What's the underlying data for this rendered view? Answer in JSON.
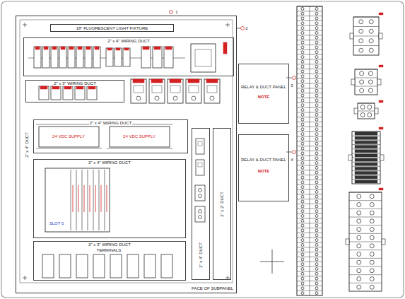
{
  "diagram": {
    "nodes": [
      {
        "text": [
          "FACE OF SUBPANEL"
        ]
      },
      {
        "text": [
          "18\" FLUORESCENT LIGHT FIXTURE"
        ],
        "in": 0
      },
      {
        "text": [
          "2\" x 4\" WIRING DUCT"
        ],
        "in": 0
      },
      {
        "text": [
          "2\" x 3\" WIRING DUCT"
        ],
        "in": 0
      },
      {
        "text": [
          "2\" x 4\" WIRING DUCT"
        ],
        "in": 0
      },
      {
        "text": [
          "2\" x 4\" WIRING DUCT"
        ],
        "in": 0
      },
      {
        "text": [
          "2\" x 3\" WIRING DUCT"
        ],
        "in": 0
      },
      {
        "text": [
          "2\" x 4\" DUCT"
        ],
        "in": 0
      },
      {
        "text": [
          "2\" x 2\" DUCT"
        ],
        "in": 0
      },
      {
        "text": [
          "RELAY & DUCT PANEL",
          "NOTE"
        ]
      },
      {
        "text": [
          "RELAY & DUCT PANEL",
          "NOTE"
        ]
      }
    ],
    "labels": [
      "2\" x 4\" DUCT",
      "24 VDC SUPPLY",
      "24 VDC SUPPLY",
      "SLOT 0",
      "TERMINALS",
      "1",
      "2",
      "3",
      "4"
    ]
  }
}
